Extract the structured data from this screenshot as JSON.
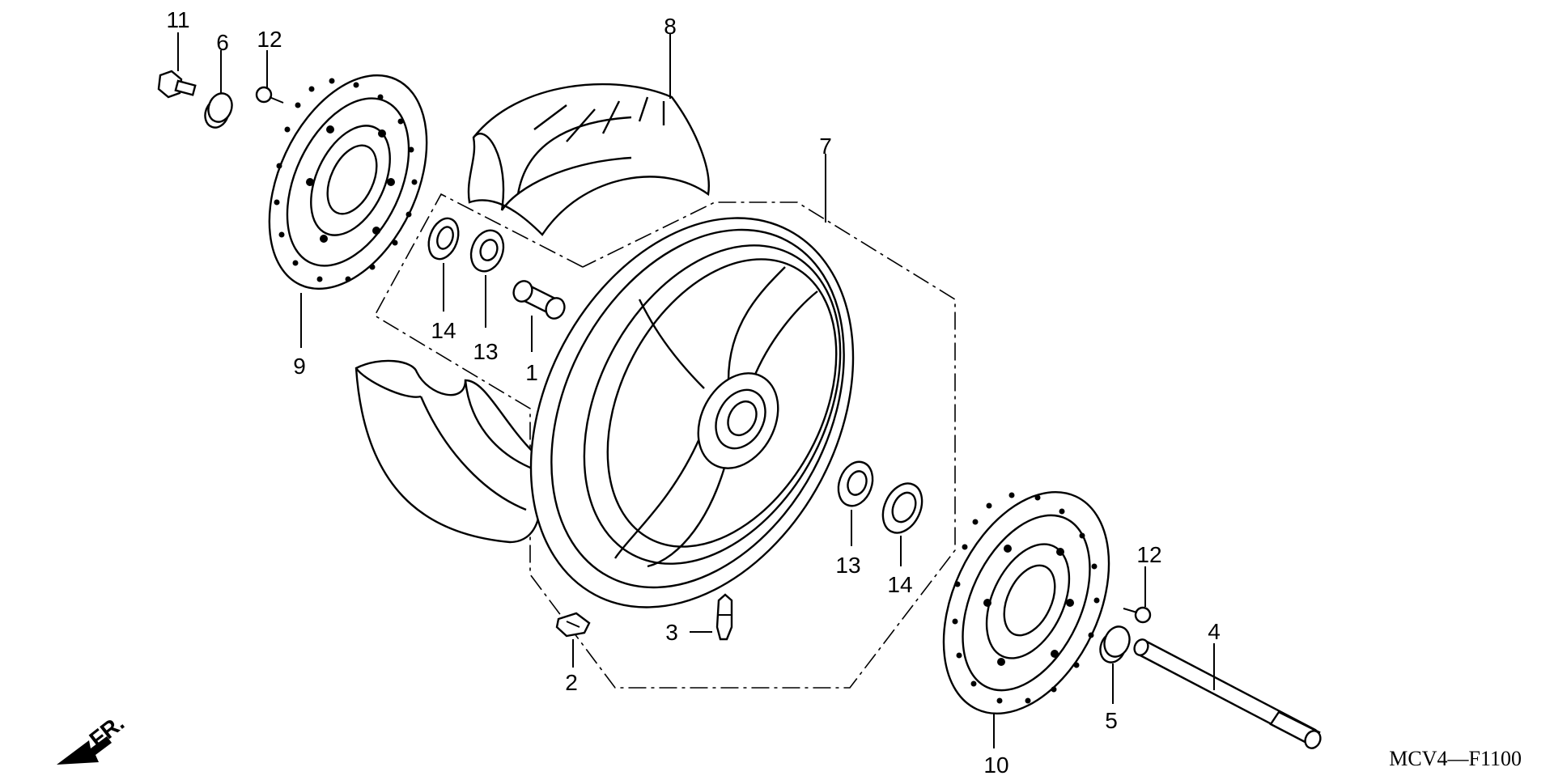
{
  "diagram": {
    "code": "MCV4—F1100",
    "direction_label": "FR.",
    "callouts": [
      {
        "id": "c1",
        "text": "1"
      },
      {
        "id": "c2",
        "text": "2"
      },
      {
        "id": "c3",
        "text": "3"
      },
      {
        "id": "c4",
        "text": "4"
      },
      {
        "id": "c5",
        "text": "5"
      },
      {
        "id": "c6",
        "text": "6"
      },
      {
        "id": "c7",
        "text": "7"
      },
      {
        "id": "c8",
        "text": "8"
      },
      {
        "id": "c9",
        "text": "9"
      },
      {
        "id": "c10",
        "text": "10"
      },
      {
        "id": "c11",
        "text": "11"
      },
      {
        "id": "c12a",
        "text": "12"
      },
      {
        "id": "c12b",
        "text": "12"
      },
      {
        "id": "c13a",
        "text": "13"
      },
      {
        "id": "c13b",
        "text": "13"
      },
      {
        "id": "c14a",
        "text": "14"
      },
      {
        "id": "c14b",
        "text": "14"
      }
    ]
  }
}
